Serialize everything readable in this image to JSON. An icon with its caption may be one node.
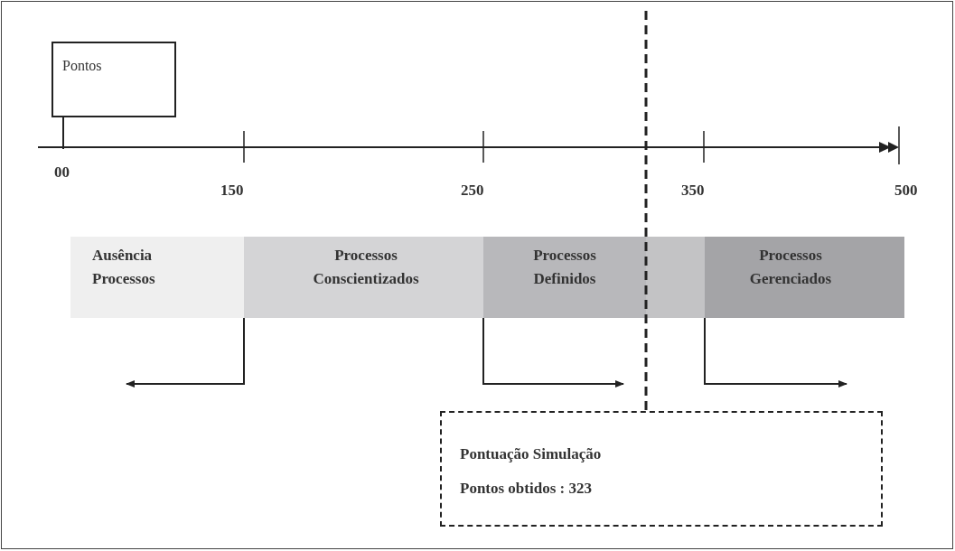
{
  "diagram": {
    "nodes": [
      {
        "text": [
          "Pontos"
        ]
      },
      {
        "text": [
          "Ausência Processos"
        ]
      },
      {
        "text": [
          "Processos Conscientizados"
        ]
      },
      {
        "text": [
          "Processos Definidos"
        ]
      },
      {
        "text": [
          "Processos Gerenciados"
        ]
      },
      {
        "text": [
          "Pontuação Simulação",
          "Pontos obtidos : 323"
        ]
      }
    ],
    "edges": [
      {
        "from": 0,
        "to": null,
        "arrow": "none"
      },
      {
        "from": null,
        "to": 5,
        "arrow": "none",
        "style": "dashed"
      },
      {
        "from": 1,
        "to": null,
        "arrow": "to"
      },
      {
        "from": 3,
        "to": null,
        "arrow": "to"
      },
      {
        "from": 4,
        "to": null,
        "arrow": "to"
      }
    ],
    "labels": [
      "00",
      "150",
      "250",
      "350",
      "500"
    ]
  }
}
